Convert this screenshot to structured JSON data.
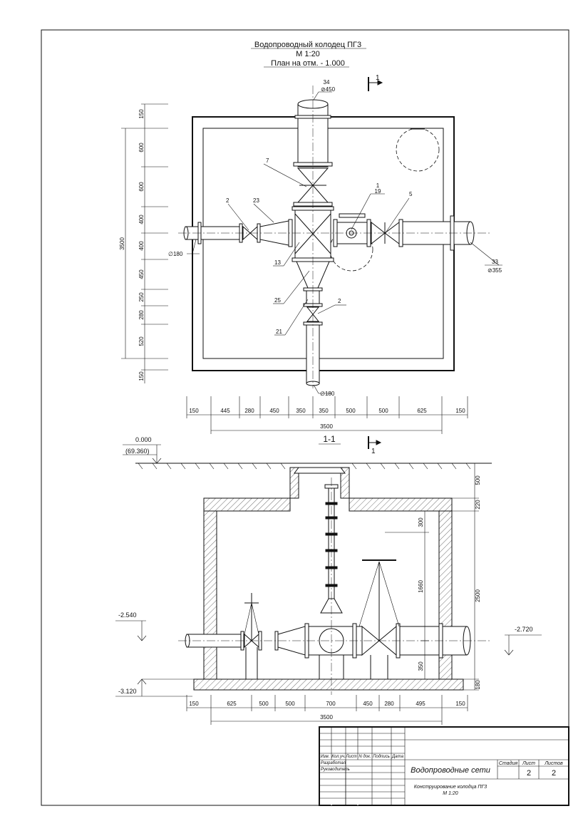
{
  "titles": {
    "main": "Водопроводный колодец ПГ3",
    "scale": "М 1:20",
    "plan": "План на отм. - 1.000",
    "section": "1-1",
    "section_mark": "1"
  },
  "plan": {
    "pipe_top_callout": {
      "num": "34",
      "dia": "⊘450"
    },
    "pipe_right_callout": {
      "num": "33",
      "dia": "⊘355"
    },
    "dia_left": "∅180",
    "dia_bottom": "∅180",
    "callouts": [
      "7",
      "2",
      "23",
      "1",
      "19",
      "5",
      "13",
      "25",
      "2",
      "21"
    ],
    "left_dims": [
      "150",
      "600",
      "600",
      "400",
      "400",
      "450",
      "250",
      "280",
      "520",
      "150"
    ],
    "left_total": "3500",
    "bottom_dims": [
      "150",
      "445",
      "280",
      "450",
      "350",
      "350",
      "500",
      "500",
      "625",
      "150"
    ],
    "bottom_total": "3500"
  },
  "section": {
    "elev_ground": "0.000",
    "elev_abs": "(69.360)",
    "elev_left_pipe": "-2.540",
    "elev_bottom": "-3.120",
    "elev_right_pipe": "-2.720",
    "right_dims": [
      "500",
      "220",
      "2500",
      "180"
    ],
    "inner_dims": [
      "300",
      "1660",
      "350"
    ],
    "bottom_dims": [
      "150",
      "625",
      "500",
      "500",
      "700",
      "450",
      "280",
      "495",
      "150"
    ],
    "bottom_total": "3500"
  },
  "stamp": {
    "headers": [
      "Изм.",
      "Кол.уч.",
      "Лист",
      "N док.",
      "Подпись",
      "Дата"
    ],
    "roles": [
      "Разработал",
      "Руководитель"
    ],
    "project": "Водопроводные сети",
    "drawing": "Конструирование колодца ПГ3",
    "drawing_scale": "М 1:20",
    "stage_label": "Стадия",
    "sheet_label": "Лист",
    "sheets_label": "Листов",
    "sheet": "2",
    "sheets": "2"
  }
}
